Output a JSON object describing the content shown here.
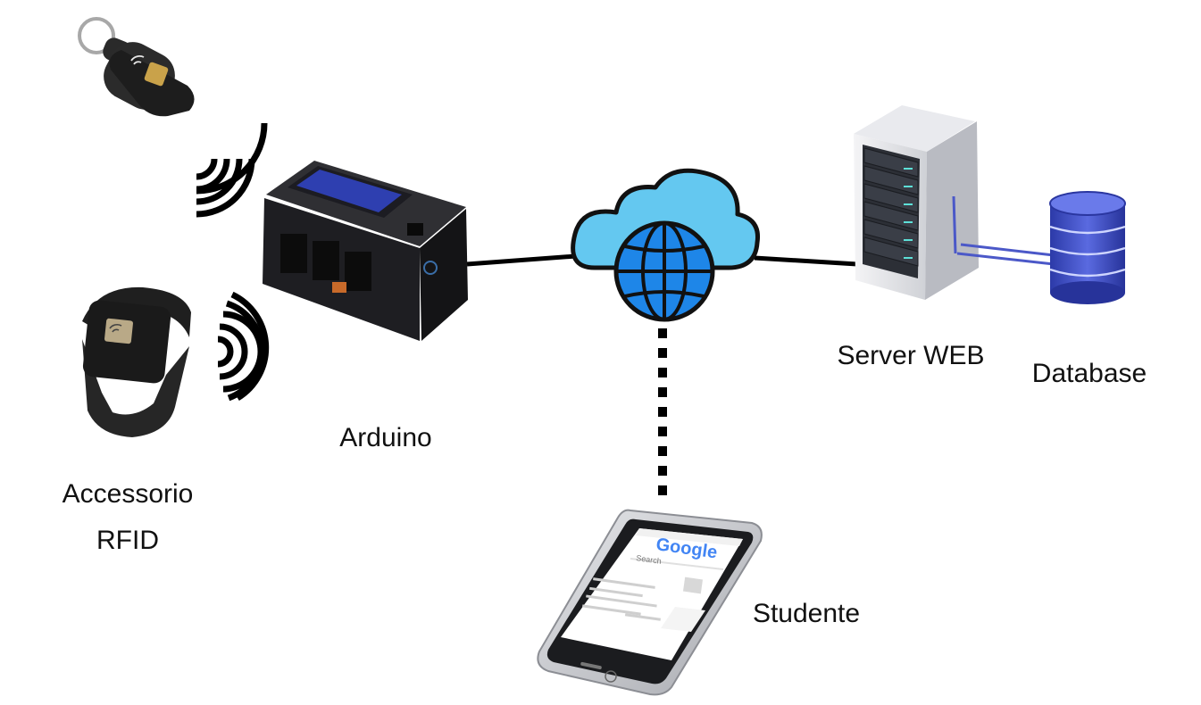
{
  "labels": {
    "rfid_line1": "Accessorio",
    "rfid_line2": "RFID",
    "arduino": "Arduino",
    "server": "Server WEB",
    "database": "Database",
    "student": "Studente"
  },
  "phone_screen": {
    "brand": "Google",
    "search_placeholder": "Search"
  },
  "colors": {
    "cloud_fill": "#64c8f0",
    "globe_fill": "#1e86e8",
    "db_fill": "#3f4fc8",
    "line": "#000000"
  },
  "icons": [
    "keyfob-icon",
    "wristband-icon",
    "wireless-waves-icon",
    "arduino-box-icon",
    "cloud-globe-icon",
    "server-rack-icon",
    "database-icon",
    "smartphone-icon"
  ]
}
